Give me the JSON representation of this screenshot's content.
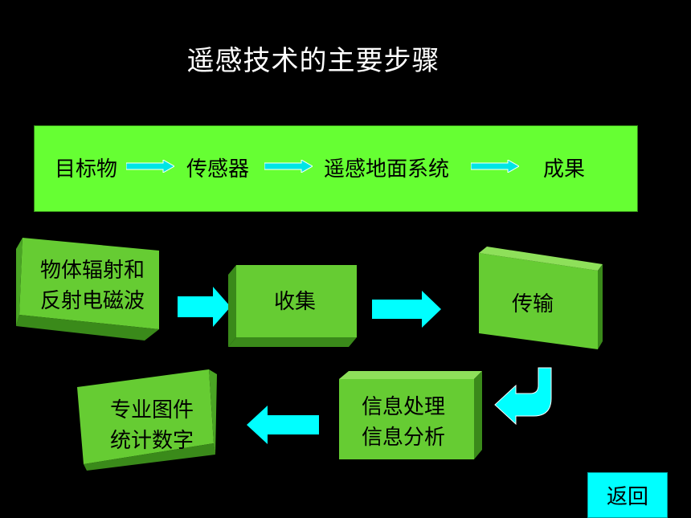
{
  "title": "遥感技术的主要步骤",
  "banner": {
    "items": [
      "目标物",
      "传感器",
      "遥感地面系统",
      "成果"
    ]
  },
  "blocks": {
    "emission": [
      "物体辐射和",
      "反射电磁波"
    ],
    "collect": "收集",
    "transmit": "传输",
    "processing": [
      "信息处理",
      "信息分析"
    ],
    "products": [
      "专业图件",
      "统计数字"
    ]
  },
  "back_button": "返回",
  "colors": {
    "block": "#66cc33",
    "banner": "#66ff33",
    "arrow": "#00ffff"
  }
}
